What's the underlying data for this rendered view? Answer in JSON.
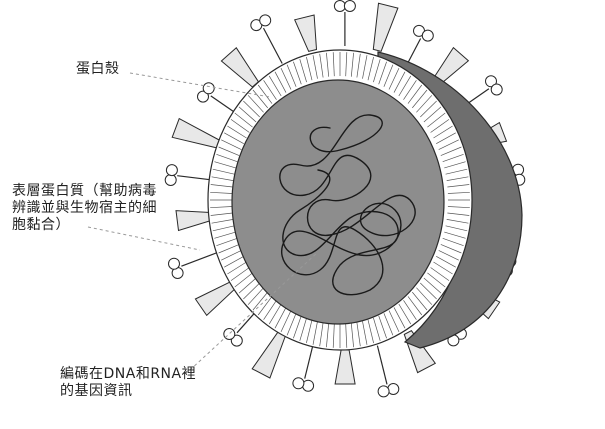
{
  "labels": {
    "capsid": "蛋白殼",
    "surface_protein": [
      "表層蛋白質（幫助病毒",
      "辨識並與生物宿主的細",
      "胞黏合）"
    ],
    "genetic_material": [
      "編碼在DNA和RNA裡",
      "的基因資訊"
    ]
  },
  "colors": {
    "interior": "#8d8d8d",
    "shadow_side": "#6e6e6e",
    "outline": "#2a2a2a",
    "spike_fill": "#e8e8e8",
    "leader_line": "#999999"
  }
}
